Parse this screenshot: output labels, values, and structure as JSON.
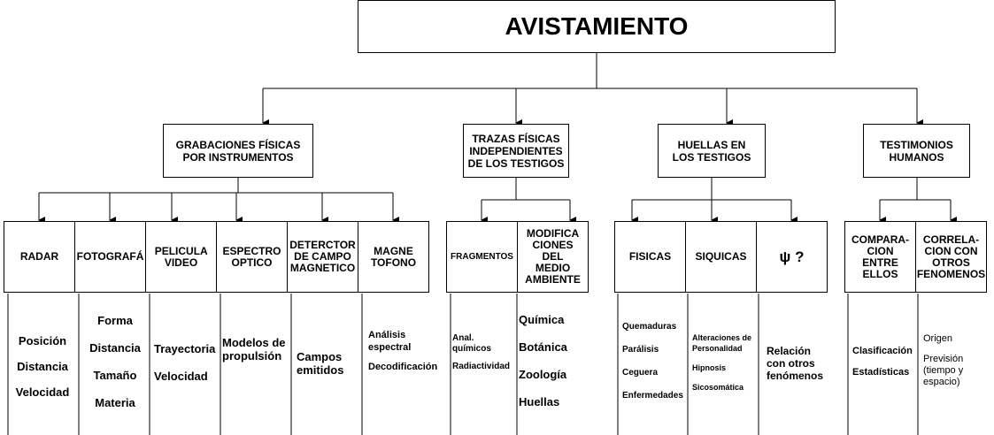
{
  "title": "AVISTAMIENTO",
  "categories": {
    "grabaciones": "GRABACIONES FÍSICAS POR INSTRUMENTOS",
    "trazas": "TRAZAS FÍSICAS INDEPENDIENTES DE LOS TESTIGOS",
    "huellas": "HUELLAS EN LOS TESTIGOS",
    "testimonios": "TESTIMONIOS HUMANOS"
  },
  "leaves": {
    "radar": "RADAR",
    "fotografia": "FOTOGRAFÁ",
    "pelicula": "PELICULA VIDEO",
    "espectro": "ESPECTRO OPTICO",
    "detector": "DETERCTOR DE CAMPO MAGNETICO",
    "magnetofono": "MAGNE TOFONO",
    "fragmentos": "FRAGMENTOS",
    "modificaciones": "MODIFICA CIONES DEL MEDIO AMBIENTE",
    "fisicas": "FISICAS",
    "siquicas": "SIQUICAS",
    "psi": "ψ ?",
    "comparacion": "COMPARA- CION ENTRE ELLOS",
    "correlacion": "CORRELA- CION CON OTROS FENOMENOS"
  },
  "details": {
    "radar": [
      "Posición",
      "Distancia",
      "Velocidad"
    ],
    "fotografia": [
      "Forma",
      "Distancia",
      "Tamaño",
      "Materia"
    ],
    "pelicula": [
      "Trayectoria",
      "Velocidad"
    ],
    "espectro": "Modelos de propulsión",
    "detector": "Campos emitidos",
    "magnetofono": [
      "Análisis espectral",
      "Decodificación"
    ],
    "fragmentos": [
      "Anal. químicos",
      "Radiactividad"
    ],
    "modificaciones": [
      "Química",
      "Botánica",
      "Zoología",
      "Huellas"
    ],
    "fisicas": [
      "Quemaduras",
      "Parálisis",
      "Ceguera",
      "Enfermedades"
    ],
    "siquicas": [
      "Alteraciones de Personalidad",
      "Hipnosis",
      "Sicosomática"
    ],
    "psi": "Relación con otros fenómenos",
    "comparacion": [
      "Clasificación",
      "Estadísticas"
    ],
    "correlacion": [
      "Origen",
      "Previsión (tiempo y espacio)"
    ]
  }
}
